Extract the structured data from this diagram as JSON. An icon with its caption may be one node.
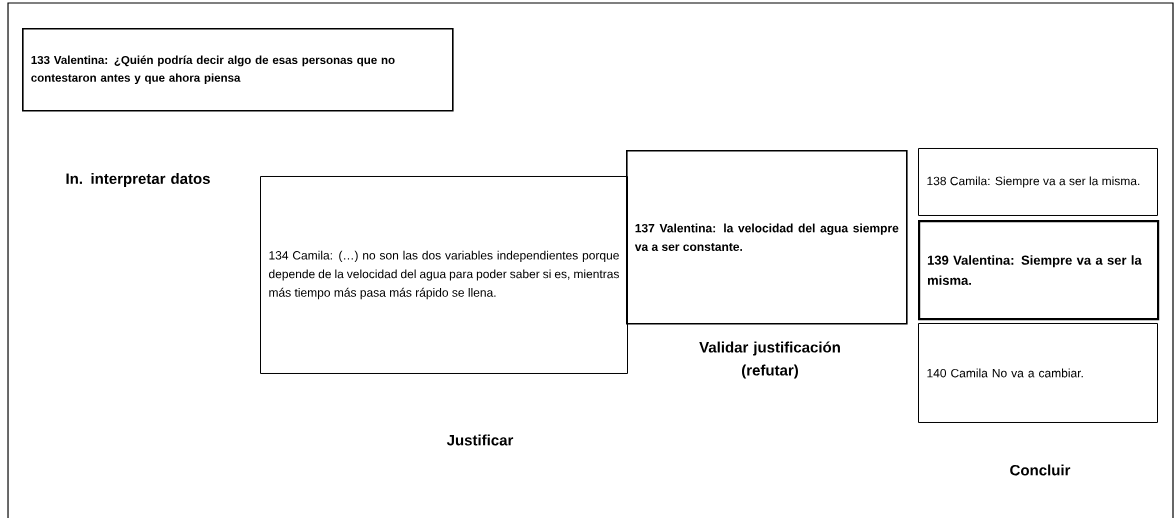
{
  "diagram": {
    "nodes": [
      {
        "text": [
          "133 Valentina: ¿Quién podría decir algo de esas personas que no contestaron antes y que ahora piensa"
        ]
      },
      {
        "text": [
          "134 Camila: (…) no son las dos variables independientes porque depende de la velocidad del agua para poder saber si es, mientras más tiempo más pasa más rápido se llena."
        ]
      },
      {
        "text": [
          "137 Valentina: la velocidad del agua siempre va a ser constante."
        ]
      },
      {
        "text": [
          "138 Camila: Siempre va a ser la misma."
        ]
      },
      {
        "text": [
          "139 Valentina: Siempre va a ser la misma."
        ]
      },
      {
        "text": [
          "140 Camila No va a cambiar."
        ]
      }
    ],
    "labels": [
      "In. interpretar datos",
      "Justificar",
      "Validar justificación (refutar)",
      "Concluir"
    ]
  }
}
